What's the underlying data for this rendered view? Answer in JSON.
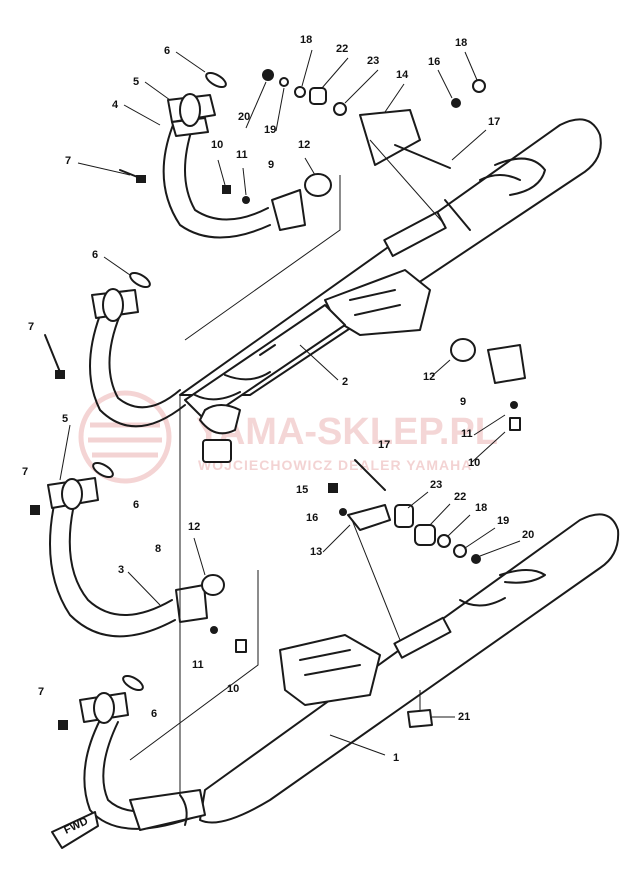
{
  "watermark": {
    "main": "YAMA-SKLEP.PL",
    "sub": "WOJCIECHOWICZ DEALER YAMAHA"
  },
  "fwd_label": "FWD",
  "callouts": [
    {
      "id": "c1",
      "text": "1"
    },
    {
      "id": "c2",
      "text": "2"
    },
    {
      "id": "c3",
      "text": "3"
    },
    {
      "id": "c4",
      "text": "4"
    },
    {
      "id": "c5a",
      "text": "5"
    },
    {
      "id": "c5b",
      "text": "5"
    },
    {
      "id": "c6a",
      "text": "6"
    },
    {
      "id": "c6b",
      "text": "6"
    },
    {
      "id": "c6c",
      "text": "6"
    },
    {
      "id": "c6d",
      "text": "6"
    },
    {
      "id": "c7a",
      "text": "7"
    },
    {
      "id": "c7b",
      "text": "7"
    },
    {
      "id": "c7c",
      "text": "7"
    },
    {
      "id": "c7d",
      "text": "7"
    },
    {
      "id": "c8",
      "text": "8"
    },
    {
      "id": "c9a",
      "text": "9"
    },
    {
      "id": "c9b",
      "text": "9"
    },
    {
      "id": "c10a",
      "text": "10"
    },
    {
      "id": "c10b",
      "text": "10"
    },
    {
      "id": "c10c",
      "text": "10"
    },
    {
      "id": "c11a",
      "text": "11"
    },
    {
      "id": "c11b",
      "text": "11"
    },
    {
      "id": "c11c",
      "text": "11"
    },
    {
      "id": "c12a",
      "text": "12"
    },
    {
      "id": "c12b",
      "text": "12"
    },
    {
      "id": "c12c",
      "text": "12"
    },
    {
      "id": "c13",
      "text": "13"
    },
    {
      "id": "c14",
      "text": "14"
    },
    {
      "id": "c15",
      "text": "15"
    },
    {
      "id": "c16a",
      "text": "16"
    },
    {
      "id": "c16b",
      "text": "16"
    },
    {
      "id": "c17a",
      "text": "17"
    },
    {
      "id": "c17b",
      "text": "17"
    },
    {
      "id": "c18a",
      "text": "18"
    },
    {
      "id": "c18b",
      "text": "18"
    },
    {
      "id": "c18c",
      "text": "18"
    },
    {
      "id": "c19a",
      "text": "19"
    },
    {
      "id": "c19b",
      "text": "19"
    },
    {
      "id": "c20a",
      "text": "20"
    },
    {
      "id": "c20b",
      "text": "20"
    },
    {
      "id": "c21",
      "text": "21"
    },
    {
      "id": "c22a",
      "text": "22"
    },
    {
      "id": "c22b",
      "text": "22"
    },
    {
      "id": "c23a",
      "text": "23"
    },
    {
      "id": "c23b",
      "text": "23"
    }
  ]
}
